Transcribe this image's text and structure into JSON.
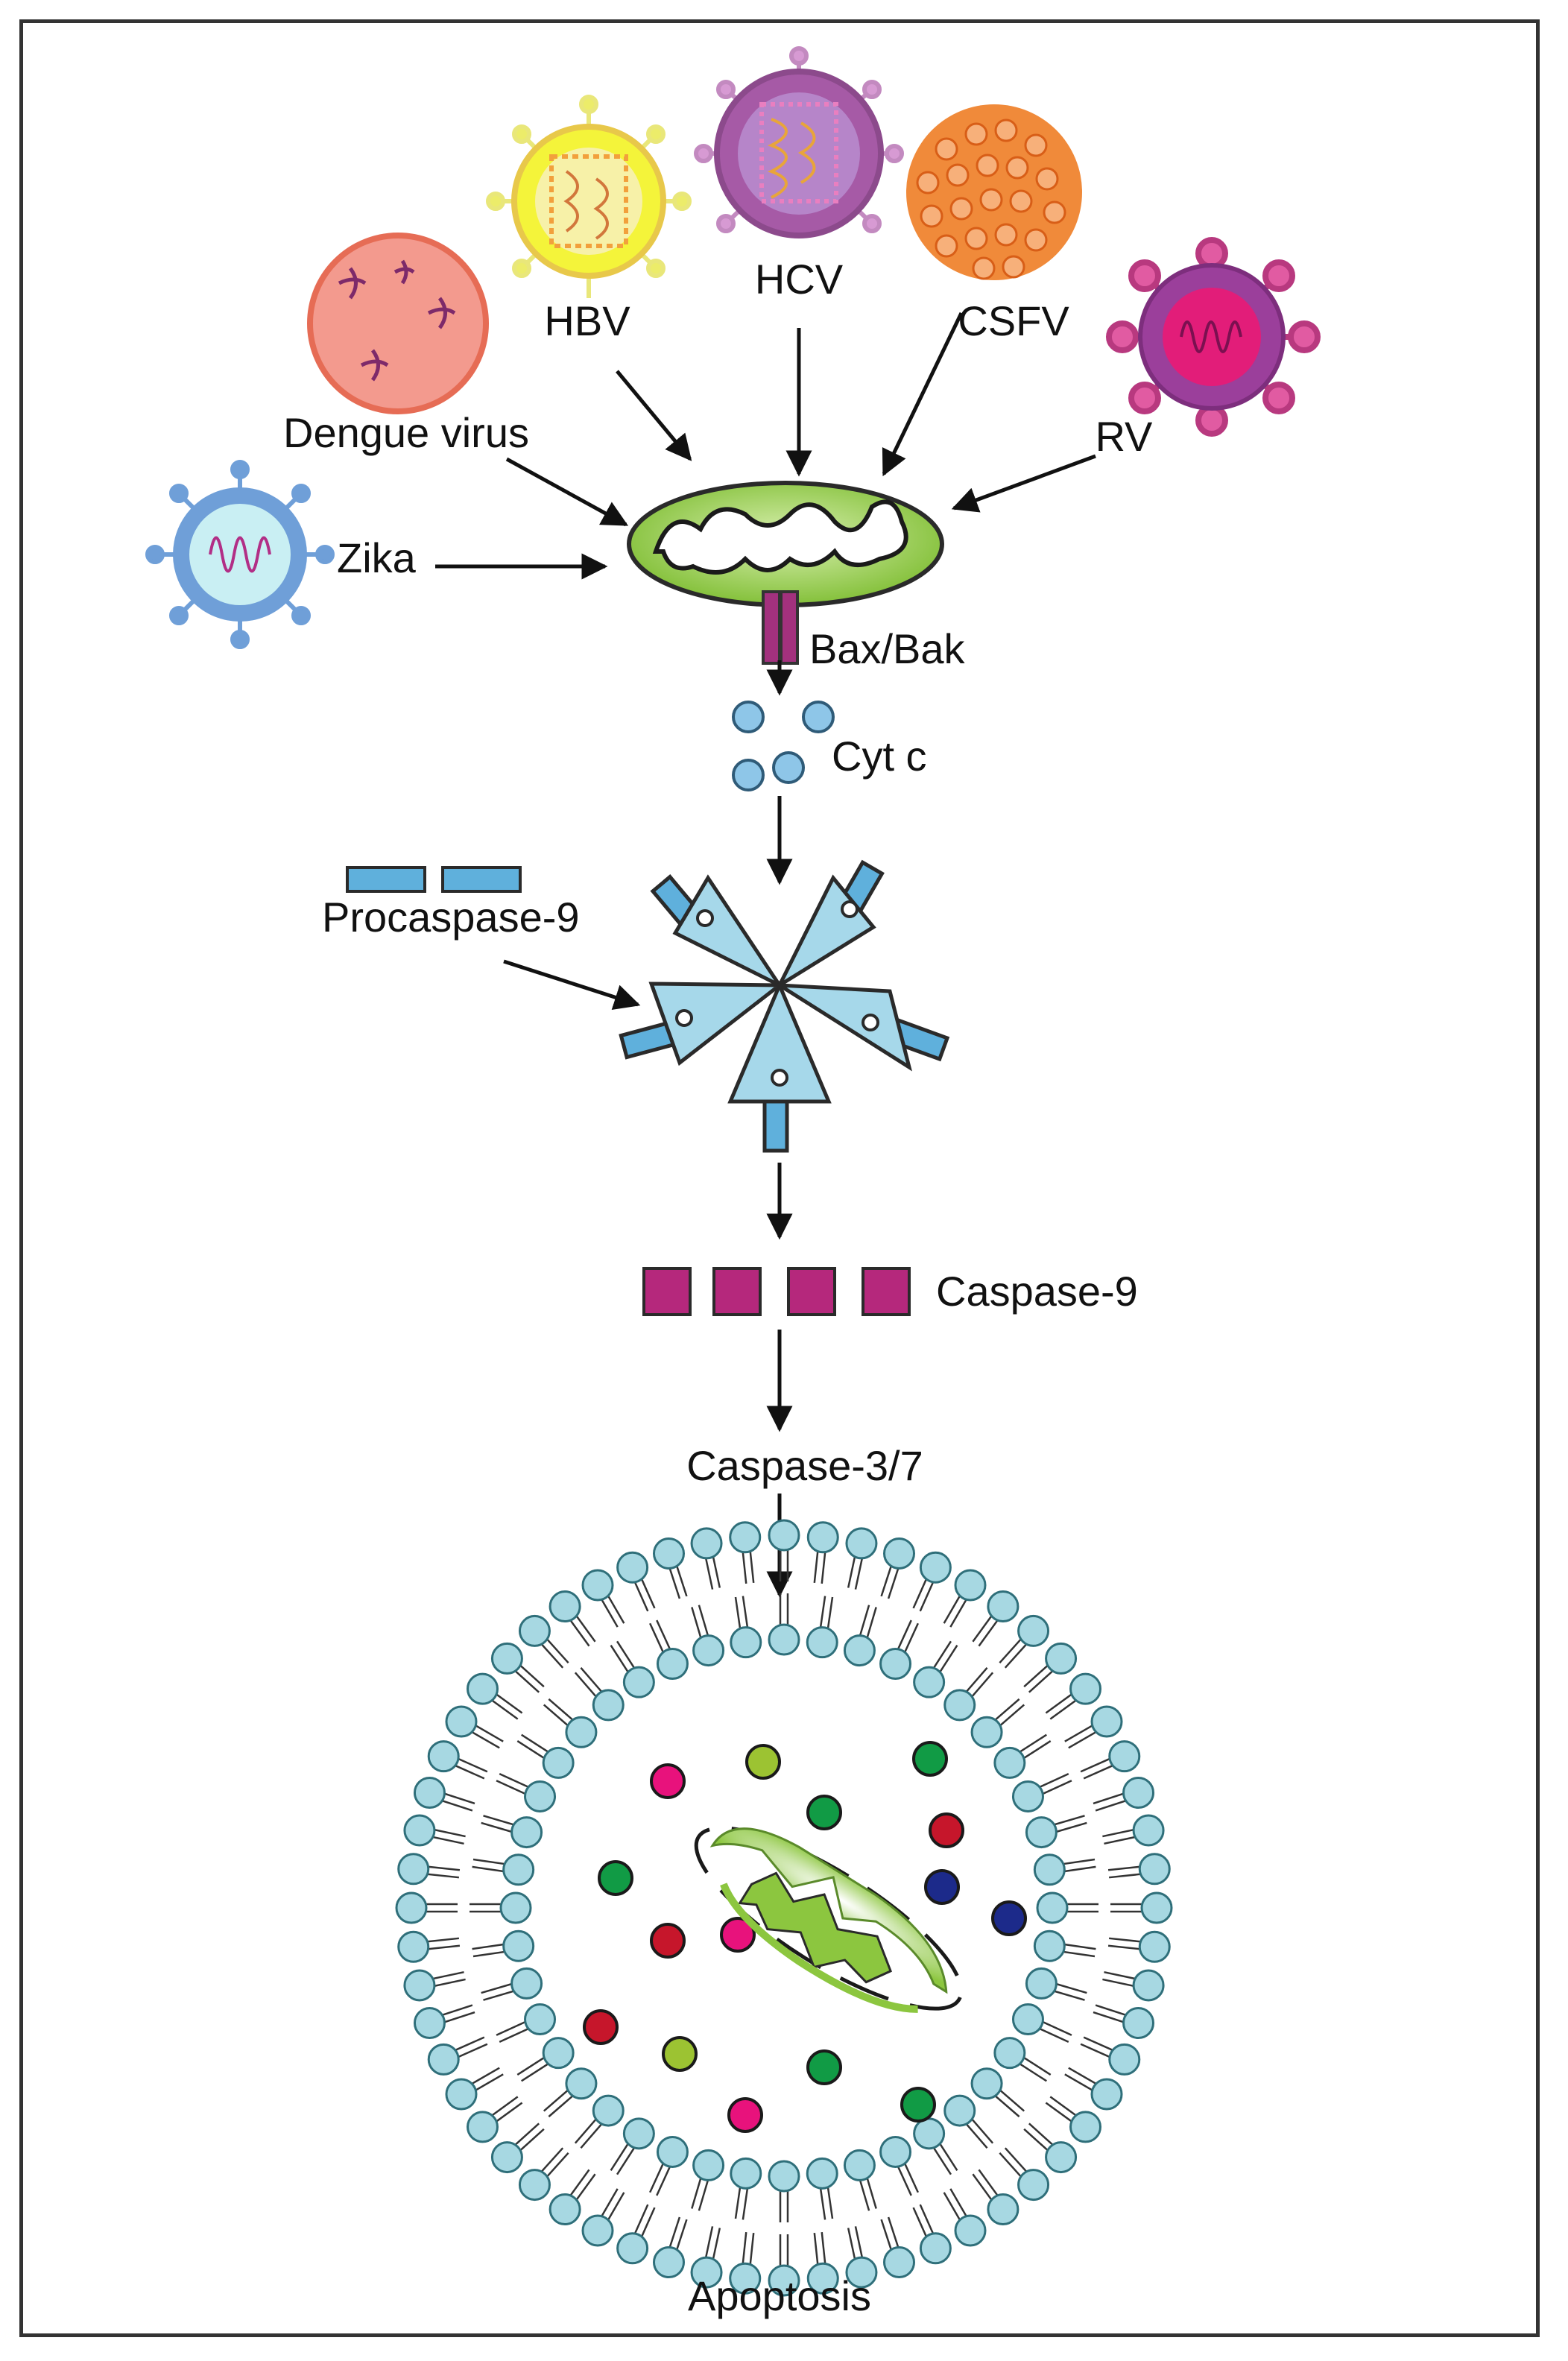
{
  "labels": {
    "hbv": "HBV",
    "hcv": "HCV",
    "csfv": "CSFV",
    "rv": "RV",
    "dengue": "Dengue virus",
    "zika": "Zika",
    "bax_bak": "Bax/Bak",
    "cyt_c": "Cyt c",
    "procaspase9": "Procaspase-9",
    "caspase9": "Caspase-9",
    "caspase37": "Caspase-3/7",
    "apoptosis": "Apoptosis"
  },
  "colors": {
    "mito_green": "#8cc63f",
    "bax_purple": "#a3317e",
    "cytc_blue": "#8ec6e8",
    "apaf_blue": "#a6d8ea",
    "caspase_magenta": "#b5287c",
    "lipid_head": "#a7d8e2"
  }
}
